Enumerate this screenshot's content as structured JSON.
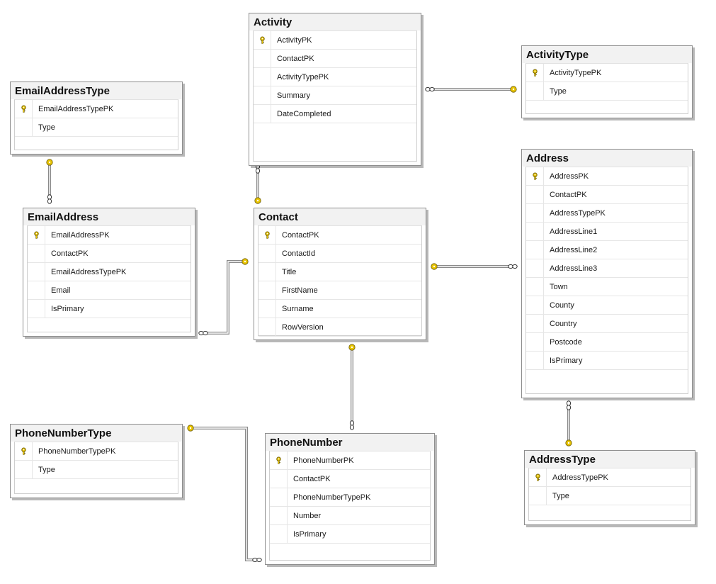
{
  "tables": [
    {
      "id": "activity",
      "name": "Activity",
      "columns": [
        {
          "name": "ActivityPK",
          "pk": true
        },
        {
          "name": "ContactPK",
          "pk": false
        },
        {
          "name": "ActivityTypePK",
          "pk": false
        },
        {
          "name": "Summary",
          "pk": false
        },
        {
          "name": "DateCompleted",
          "pk": false
        }
      ]
    },
    {
      "id": "activity-type",
      "name": "ActivityType",
      "columns": [
        {
          "name": "ActivityTypePK",
          "pk": true
        },
        {
          "name": "Type",
          "pk": false
        }
      ]
    },
    {
      "id": "email-address-type",
      "name": "EmailAddressType",
      "columns": [
        {
          "name": "EmailAddressTypePK",
          "pk": true
        },
        {
          "name": "Type",
          "pk": false
        }
      ]
    },
    {
      "id": "email-address",
      "name": "EmailAddress",
      "columns": [
        {
          "name": "EmailAddressPK",
          "pk": true
        },
        {
          "name": "ContactPK",
          "pk": false
        },
        {
          "name": "EmailAddressTypePK",
          "pk": false
        },
        {
          "name": "Email",
          "pk": false
        },
        {
          "name": "IsPrimary",
          "pk": false
        }
      ]
    },
    {
      "id": "contact",
      "name": "Contact",
      "columns": [
        {
          "name": "ContactPK",
          "pk": true
        },
        {
          "name": "ContactId",
          "pk": false
        },
        {
          "name": "Title",
          "pk": false
        },
        {
          "name": "FirstName",
          "pk": false
        },
        {
          "name": "Surname",
          "pk": false
        },
        {
          "name": "RowVersion",
          "pk": false
        }
      ]
    },
    {
      "id": "address",
      "name": "Address",
      "columns": [
        {
          "name": "AddressPK",
          "pk": true
        },
        {
          "name": "ContactPK",
          "pk": false
        },
        {
          "name": "AddressTypePK",
          "pk": false
        },
        {
          "name": "AddressLine1",
          "pk": false
        },
        {
          "name": "AddressLine2",
          "pk": false
        },
        {
          "name": "AddressLine3",
          "pk": false
        },
        {
          "name": "Town",
          "pk": false
        },
        {
          "name": "County",
          "pk": false
        },
        {
          "name": "Country",
          "pk": false
        },
        {
          "name": "Postcode",
          "pk": false
        },
        {
          "name": "IsPrimary",
          "pk": false
        }
      ]
    },
    {
      "id": "phone-number-type",
      "name": "PhoneNumberType",
      "columns": [
        {
          "name": "PhoneNumberTypePK",
          "pk": true
        },
        {
          "name": "Type",
          "pk": false
        }
      ]
    },
    {
      "id": "phone-number",
      "name": "PhoneNumber",
      "columns": [
        {
          "name": "PhoneNumberPK",
          "pk": true
        },
        {
          "name": "ContactPK",
          "pk": false
        },
        {
          "name": "PhoneNumberTypePK",
          "pk": false
        },
        {
          "name": "Number",
          "pk": false
        },
        {
          "name": "IsPrimary",
          "pk": false
        }
      ]
    },
    {
      "id": "address-type",
      "name": "AddressType",
      "columns": [
        {
          "name": "AddressTypePK",
          "pk": true
        },
        {
          "name": "Type",
          "pk": false
        }
      ]
    }
  ],
  "relationships": [
    {
      "id": "activity-type-to-activity",
      "one": "ActivityType",
      "many": "Activity"
    },
    {
      "id": "contact-to-activity",
      "one": "Contact",
      "many": "Activity"
    },
    {
      "id": "email-address-type-to-email-address",
      "one": "EmailAddressType",
      "many": "EmailAddress"
    },
    {
      "id": "contact-to-email-address",
      "one": "Contact",
      "many": "EmailAddress"
    },
    {
      "id": "contact-to-address",
      "one": "Contact",
      "many": "Address"
    },
    {
      "id": "contact-to-phone-number",
      "one": "Contact",
      "many": "PhoneNumber"
    },
    {
      "id": "phone-number-type-to-phone-number",
      "one": "PhoneNumberType",
      "many": "PhoneNumber"
    },
    {
      "id": "address-type-to-address",
      "one": "AddressType",
      "many": "Address"
    }
  ],
  "colors": {
    "key_icon": "#e8c400",
    "connector": "#8a8a8a",
    "title_bar": "#f2f2f2",
    "border": "#8e8e8e"
  },
  "icons": {
    "primary_key": "key-icon",
    "one_end": "key-icon",
    "many_end": "infinity-icon"
  }
}
